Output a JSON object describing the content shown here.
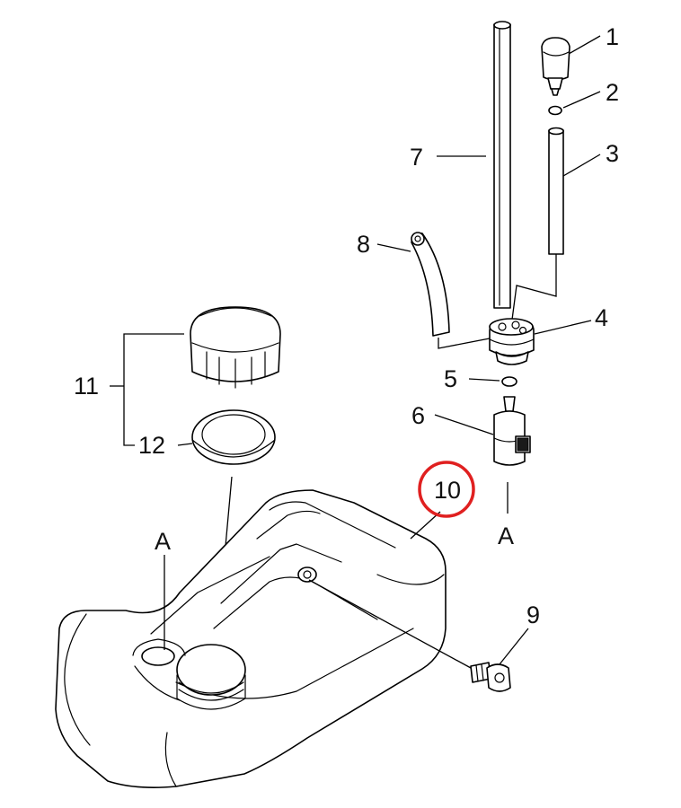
{
  "labels": {
    "p1": "1",
    "p2": "2",
    "p3": "3",
    "p4": "4",
    "p5": "5",
    "p6": "6",
    "p7": "7",
    "p8": "8",
    "p9": "9",
    "p10": "10",
    "p11": "11",
    "p12": "12",
    "a_left": "A",
    "a_right": "A"
  },
  "highlight": {
    "part": "10",
    "color": "#e02020"
  }
}
